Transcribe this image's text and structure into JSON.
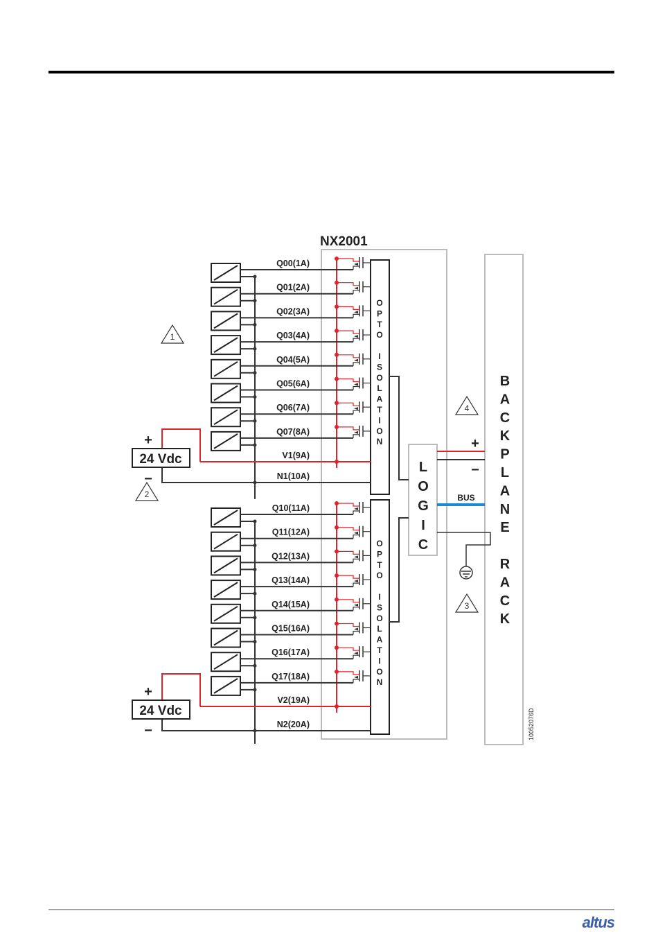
{
  "module": "NX2001",
  "outputs_group1": [
    "Q00(1A)",
    "Q01(2A)",
    "Q02(3A)",
    "Q03(4A)",
    "Q04(5A)",
    "Q05(6A)",
    "Q06(7A)",
    "Q07(8A)"
  ],
  "outputs_group2": [
    "Q10(11A)",
    "Q11(12A)",
    "Q12(13A)",
    "Q13(14A)",
    "Q14(15A)",
    "Q15(16A)",
    "Q16(17A)",
    "Q17(18A)"
  ],
  "supply1": {
    "pos": "V1(9A)",
    "neg": "N1(10A)",
    "label": "24 Vdc",
    "plus": "+",
    "minus": "−"
  },
  "supply2": {
    "pos": "V2(19A)",
    "neg": "N2(20A)",
    "label": "24 Vdc",
    "plus": "+",
    "minus": "−"
  },
  "opto_text": [
    "O",
    "P",
    "T",
    "O",
    "",
    "I",
    "S",
    "O",
    "L",
    "A",
    "T",
    "I",
    "O",
    "N"
  ],
  "logic_text": [
    "L",
    "O",
    "G",
    "I",
    "C"
  ],
  "backplane_text": [
    "B",
    "A",
    "C",
    "K",
    "P",
    "L",
    "A",
    "N",
    "E",
    "",
    "R",
    "A",
    "C",
    "K"
  ],
  "bus_label": "BUS",
  "plus_sign": "+",
  "minus_sign": "−",
  "notes": [
    "1",
    "2",
    "3",
    "4"
  ],
  "drawing_code": "10052076D",
  "logo": "altus",
  "colors": {
    "wire": "#333333",
    "power": "#e0232b",
    "bus": "#1a8ad4",
    "box": "#bbbbbb"
  }
}
